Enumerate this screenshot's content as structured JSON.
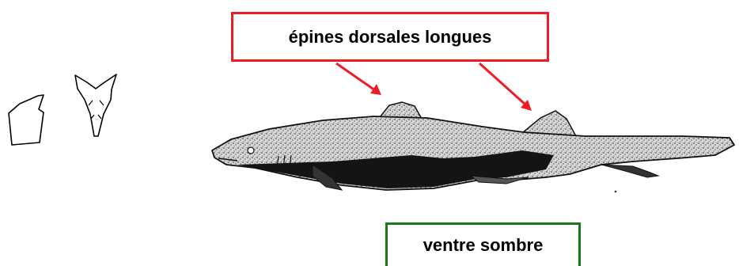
{
  "labels": {
    "top": "épines dorsales longues",
    "bottom": "ventre sombre"
  },
  "colors": {
    "top_box_border": "#ee1c24",
    "arrow": "#ee1c24",
    "bottom_box_border": "#1a7a1a"
  },
  "icons": {
    "tooth_lower": "lower-jaw-tooth-icon",
    "tooth_upper": "upper-jaw-tooth-icon",
    "shark": "shark-illustration"
  }
}
